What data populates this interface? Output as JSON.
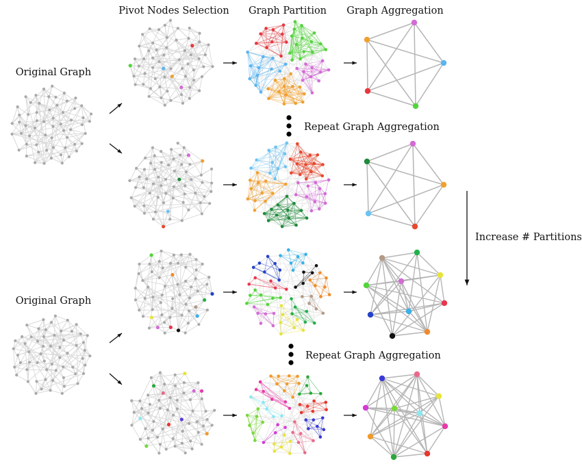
{
  "labels": {
    "original_graph_top": "Original Graph",
    "original_graph_bottom": "Original Graph",
    "pivot_nodes_selection": "Pivot Nodes Selection",
    "graph_partition": "Graph Partition",
    "graph_aggregation": "Graph Aggregation",
    "repeat_top": "Repeat Graph Aggregation",
    "repeat_bottom": "Repeat Graph Aggregation",
    "increase_partitions": "Increase # Partitions"
  },
  "colors": {
    "gray_node": "#a9a9a9",
    "gray_edge": "#d9d9d9",
    "agg_edge": "#b5b5b5",
    "arrow": "#111111"
  },
  "rows": [
    {
      "pivot_colors": [
        "#d36bd6",
        "#f0a030",
        "#5ab4f0",
        "#e8363e",
        "#52d43a"
      ],
      "agg_colors": [
        "#d36bd6",
        "#f0a030",
        "#5ab4f0",
        "#e8363e",
        "#52d43a"
      ]
    },
    {
      "pivot_colors": [
        "#d36bd6",
        "#1f8a3a",
        "#f0a030",
        "#6cc3f2",
        "#e8482e"
      ],
      "agg_colors": [
        "#d36bd6",
        "#1f8a3a",
        "#f0a030",
        "#6cc3f2",
        "#e8482e"
      ]
    },
    {
      "pivot_colors": [
        "#b49a86",
        "#22b04a",
        "#e6e43a",
        "#d36bd6",
        "#52d43a",
        "#e8364e",
        "#2442c8",
        "#3ab0e8",
        "#111111",
        "#f08a2a"
      ],
      "agg_colors": [
        "#b49a86",
        "#22b04a",
        "#e6e43a",
        "#d36bd6",
        "#52d43a",
        "#e8364e",
        "#2442c8",
        "#3ab0e8",
        "#111111",
        "#f08a2a"
      ]
    },
    {
      "pivot_colors": [
        "#5a3ad8",
        "#e86a8a",
        "#e8e43a",
        "#d36bd6",
        "#7ad83a",
        "#8ae8f0",
        "#e83aa8",
        "#f09a2a",
        "#2aa83a",
        "#e8362e"
      ],
      "agg_colors": [
        "#3a3ad8",
        "#e86a8a",
        "#e8e43a",
        "#d33ad6",
        "#7ad83a",
        "#8ae8f0",
        "#e83aa8",
        "#f09a2a",
        "#2aa83a",
        "#e8362e"
      ]
    }
  ]
}
